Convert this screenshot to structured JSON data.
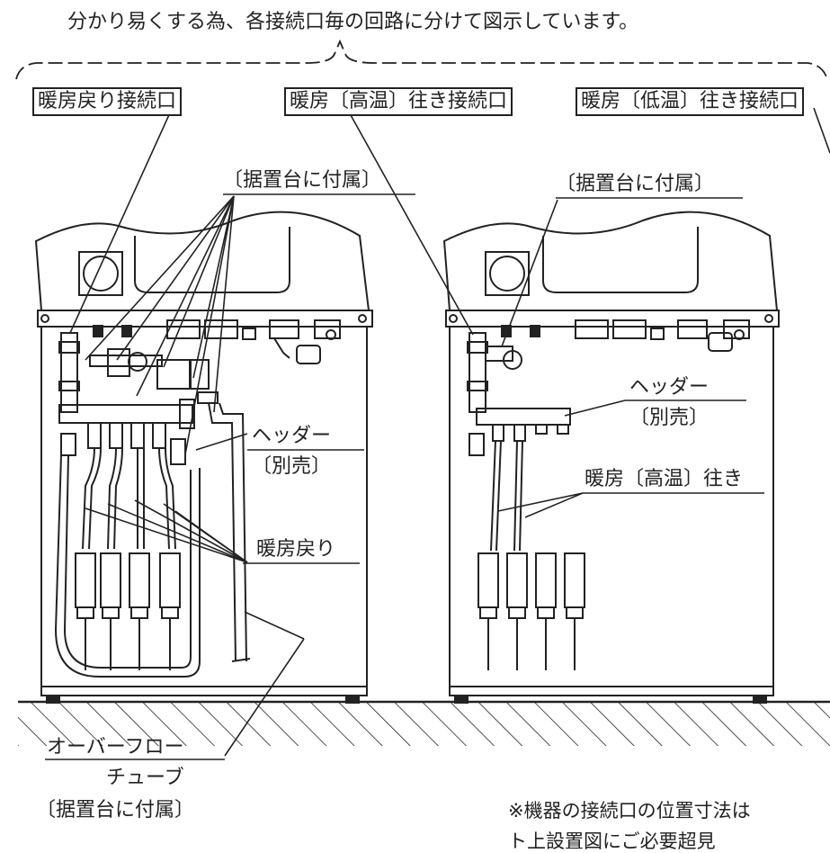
{
  "header": {
    "caption": "分かり易くする為、各接続口毎の回路に分けて図示しています。"
  },
  "labels": {
    "return_port": "暖房戻り接続口",
    "high_temp_port": "暖房〔高温〕往き接続口",
    "low_temp_port": "暖房〔低温〕往き接続口",
    "stand_included_left": "〔据置台に付属〕",
    "stand_included_right": "〔据置台に付属〕",
    "header_left": "ヘッダー",
    "sold_separately_left": "〔別売〕",
    "header_right": "ヘッダー",
    "sold_separately_right": "〔別売〕",
    "heating_return": "暖房戻り",
    "heating_high_supply": "暖房〔高温〕往き",
    "overflow_1": "オーバーフロー",
    "overflow_2": "チューブ",
    "overflow_3": "〔据置台に付属〕"
  },
  "footnote": {
    "line1": "※機器の接続口の位置寸法は",
    "line2": "ト上設置図にご必要超見"
  }
}
